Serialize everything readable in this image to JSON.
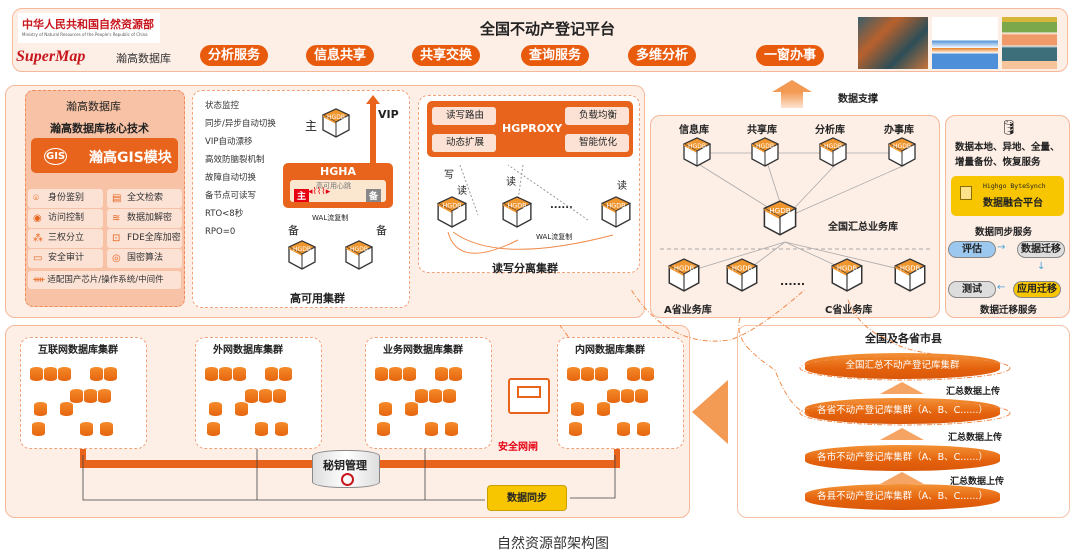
{
  "colors": {
    "accent": "#e85a0c",
    "panel": "#fdeee6",
    "gold": "#f7c600",
    "node_top": "#f0962f"
  },
  "header": {
    "ministry_cn": "中华人民共和国自然资源部",
    "ministry_en": "Ministry of Natural Resources of the People's Republic of China",
    "supermap": "SuperMap",
    "highgo": "瀚高数据库",
    "title": "全国不动产登记平台",
    "buttons": [
      "分析服务",
      "信息共享",
      "共享交换",
      "查询服务",
      "多维分析",
      "一窗办事"
    ]
  },
  "data_support": "数据支撑",
  "core": {
    "logo": "瀚高数据库",
    "title": "瀚高数据库核心技术",
    "gis": "瀚高GIS模块",
    "gis_icon": "GIS",
    "features": [
      {
        "icon": "user-scan",
        "label": "身份鉴别"
      },
      {
        "icon": "document",
        "label": "全文检索"
      },
      {
        "icon": "eye",
        "label": "访问控制"
      },
      {
        "icon": "layers",
        "label": "数据加解密"
      },
      {
        "icon": "three-circles",
        "label": "三权分立"
      },
      {
        "icon": "lock",
        "label": "FDE全库加密"
      },
      {
        "icon": "audit",
        "label": "安全审计"
      },
      {
        "icon": "target",
        "label": "国密算法"
      }
    ],
    "adapt": "适配国产芯片/操作系统/中间件"
  },
  "ha": {
    "bullets": [
      "状态监控",
      "同步/异步自动切换",
      "VIP自动漂移",
      "高效防脑裂机制",
      "故障自动切换",
      "备节点可读写",
      "RTO<8秒",
      "RPO=0"
    ],
    "master": "主",
    "vip": "VIP",
    "hgha": "HGHA",
    "heartbeat": "高可用心跳",
    "m": "主",
    "s": "备",
    "wal": "WAL流复制",
    "standby": "备",
    "title": "高可用集群"
  },
  "rw": {
    "proxy": "HGPROXY",
    "features": [
      "读写路由",
      "负载均衡",
      "动态扩展",
      "智能优化"
    ],
    "write": "写",
    "read": "读",
    "dots": "......",
    "wal": "WAL流复制",
    "title": "读写分离集群"
  },
  "node_label": "HGDB",
  "central": {
    "libs": [
      "信息库",
      "共享库",
      "分析库",
      "办事库"
    ],
    "summary": "全国汇总业务库",
    "a": "A省业务库",
    "c": "C省业务库",
    "dots": "......"
  },
  "backup": {
    "service": "数据本地、异地、全量、增量备份、恢复服务",
    "brand": "Highgo ByteSynch",
    "platform": "数据融合平台",
    "sync": "数据同步服务",
    "steps": [
      "评估",
      "数据迁移",
      "应用迁移",
      "测试"
    ],
    "migration": "数据迁移服务"
  },
  "networks": {
    "clusters": [
      "互联网数据库集群",
      "外网数据库集群",
      "业务网数据库集群",
      "内网数据库集群"
    ],
    "gateway": "安全网闸",
    "key": "秘钥管理",
    "sync": "数据同步"
  },
  "hierarchy": {
    "title": "全国及各省市县",
    "levels": [
      "全国汇总不动产登记库集群",
      "各省不动产登记库集群（A、B、C......）",
      "各市不动产登记库集群（A、B、C......）",
      "各县不动产登记库集群（A、B、C......）"
    ],
    "upload": "汇总数据上传"
  },
  "caption": "自然资源部架构图"
}
